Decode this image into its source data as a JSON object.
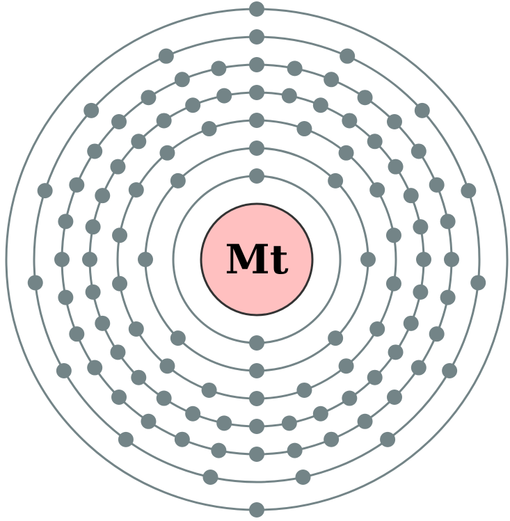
{
  "element": {
    "symbol": "Mt"
  },
  "electrons_per_shell": [
    2,
    8,
    18,
    32,
    32,
    15,
    2
  ],
  "colors": {
    "nucleus_fill": "#ffc0c0",
    "nucleus_stroke": "#333333",
    "shell_stroke": "#738487",
    "electron_fill": "#738487",
    "symbol_text": "#000000",
    "background": "#ffffff"
  }
}
